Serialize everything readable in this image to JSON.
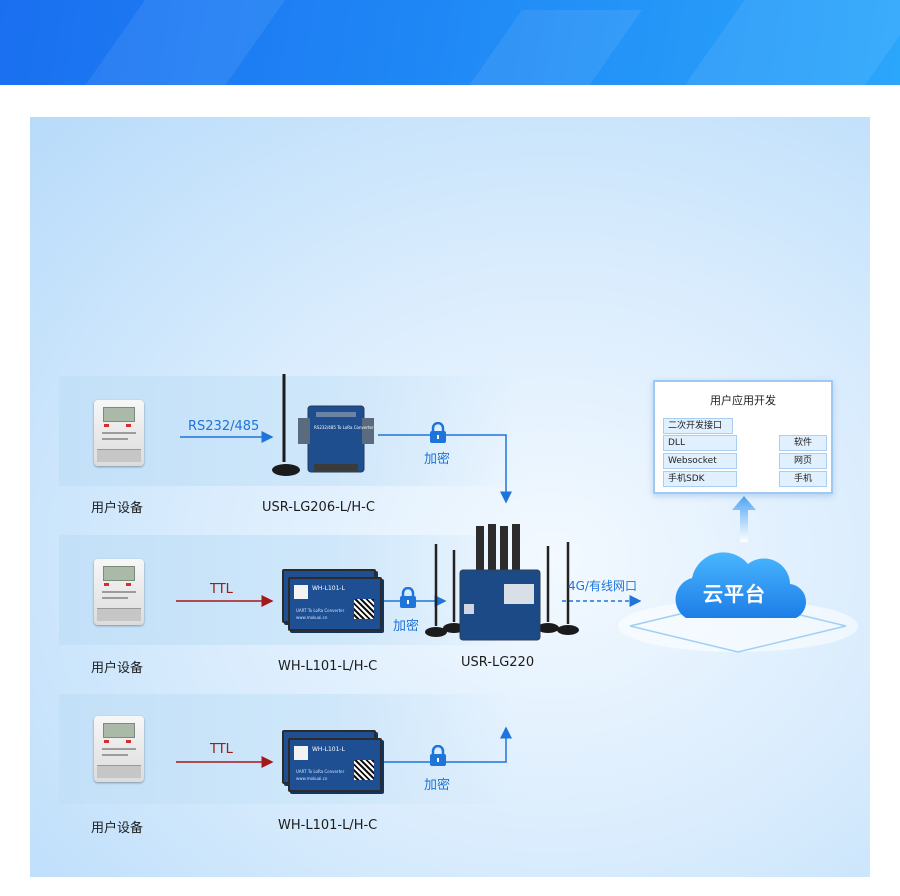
{
  "rows": [
    {
      "device": "用户设备",
      "protocol": "RS232/485",
      "module": "USR-LG206-L/H-C",
      "encryption": "加密"
    },
    {
      "device": "用户设备",
      "protocol": "TTL",
      "module": "WH-L101-L/H-C",
      "encryption": "加密"
    },
    {
      "device": "用户设备",
      "protocol": "TTL",
      "module": "WH-L101-L/H-C",
      "encryption": "加密"
    }
  ],
  "gateway": {
    "name": "USR-LG220",
    "uplink": "4G/有线网口"
  },
  "cloud": {
    "label": "云平台"
  },
  "developer_panel": {
    "title": "用户应用开发",
    "interface_label": "二次开发接口",
    "interfaces": [
      "DLL",
      "Websocket",
      "手机SDK"
    ],
    "targets": [
      "软件",
      "网页",
      "手机"
    ]
  },
  "module_face": {
    "lg206_title": "RS232/485 To LoRa Converter",
    "l101_title": "WH-L101-L",
    "l101_sub": "UART To LoRa Converter",
    "l101_url": "www.mokuai.cn"
  },
  "colors": {
    "accent_blue": "#1e74d9",
    "ttl_red": "#a31818",
    "banner_blue": "#1f86f5"
  },
  "icons": [
    "lock-icon",
    "antenna-icon",
    "cloud-icon",
    "arrow-up-icon"
  ]
}
